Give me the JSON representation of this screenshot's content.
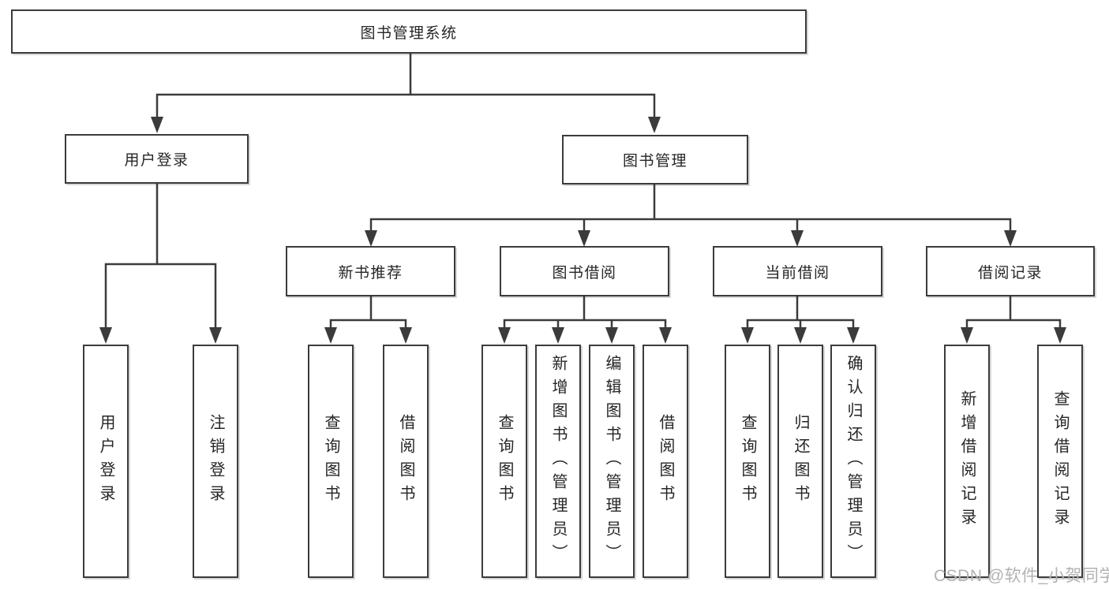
{
  "colors": {
    "line": "#3b3b3b",
    "text": "#262626",
    "background": "#ffffff",
    "watermark_gray": "#b2b2b2"
  },
  "diagram": {
    "root": {
      "label": "图书管理系统",
      "children": [
        {
          "label": "用户登录",
          "children": [
            {
              "label": "用户登录"
            },
            {
              "label": "注销登录"
            }
          ]
        },
        {
          "label": "图书管理",
          "children": [
            {
              "label": "新书推荐",
              "children": [
                {
                  "label": "查询图书"
                },
                {
                  "label": "借阅图书"
                }
              ]
            },
            {
              "label": "图书借阅",
              "children": [
                {
                  "label": "查询图书"
                },
                {
                  "label": "新增图书（管理员）"
                },
                {
                  "label": "编辑图书（管理员）"
                },
                {
                  "label": "借阅图书"
                }
              ]
            },
            {
              "label": "当前借阅",
              "children": [
                {
                  "label": "查询图书"
                },
                {
                  "label": "归还图书"
                },
                {
                  "label": "确认归还（管理员）"
                }
              ]
            },
            {
              "label": "借阅记录",
              "children": [
                {
                  "label": "新增借阅记录"
                },
                {
                  "label": "查询借阅记录"
                }
              ]
            }
          ]
        }
      ]
    }
  },
  "watermark": {
    "text": "CSDN @软件_小贺同学"
  }
}
